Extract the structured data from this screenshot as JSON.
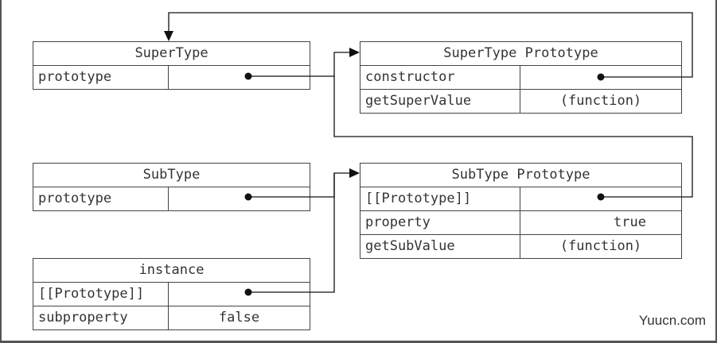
{
  "supertype": {
    "title": "SuperType",
    "rows": [
      {
        "key": "prototype"
      }
    ]
  },
  "supertype_prototype": {
    "title": "SuperType Prototype",
    "rows": [
      {
        "key": "constructor"
      },
      {
        "key": "getSuperValue",
        "value": "(function)"
      }
    ]
  },
  "subtype": {
    "title": "SubType",
    "rows": [
      {
        "key": "prototype"
      }
    ]
  },
  "subtype_prototype": {
    "title": "SubType Prototype",
    "rows": [
      {
        "key": "[[Prototype]]"
      },
      {
        "key": "property",
        "value": "true"
      },
      {
        "key": "getSubValue",
        "value": "(function)"
      }
    ]
  },
  "instance": {
    "title": "instance",
    "rows": [
      {
        "key": "[[Prototype]]"
      },
      {
        "key": "subproperty",
        "value": "false"
      }
    ]
  },
  "watermark": "Yuucn.com",
  "colors": {
    "line": "#111111",
    "border": "#444444",
    "text": "#333333"
  }
}
